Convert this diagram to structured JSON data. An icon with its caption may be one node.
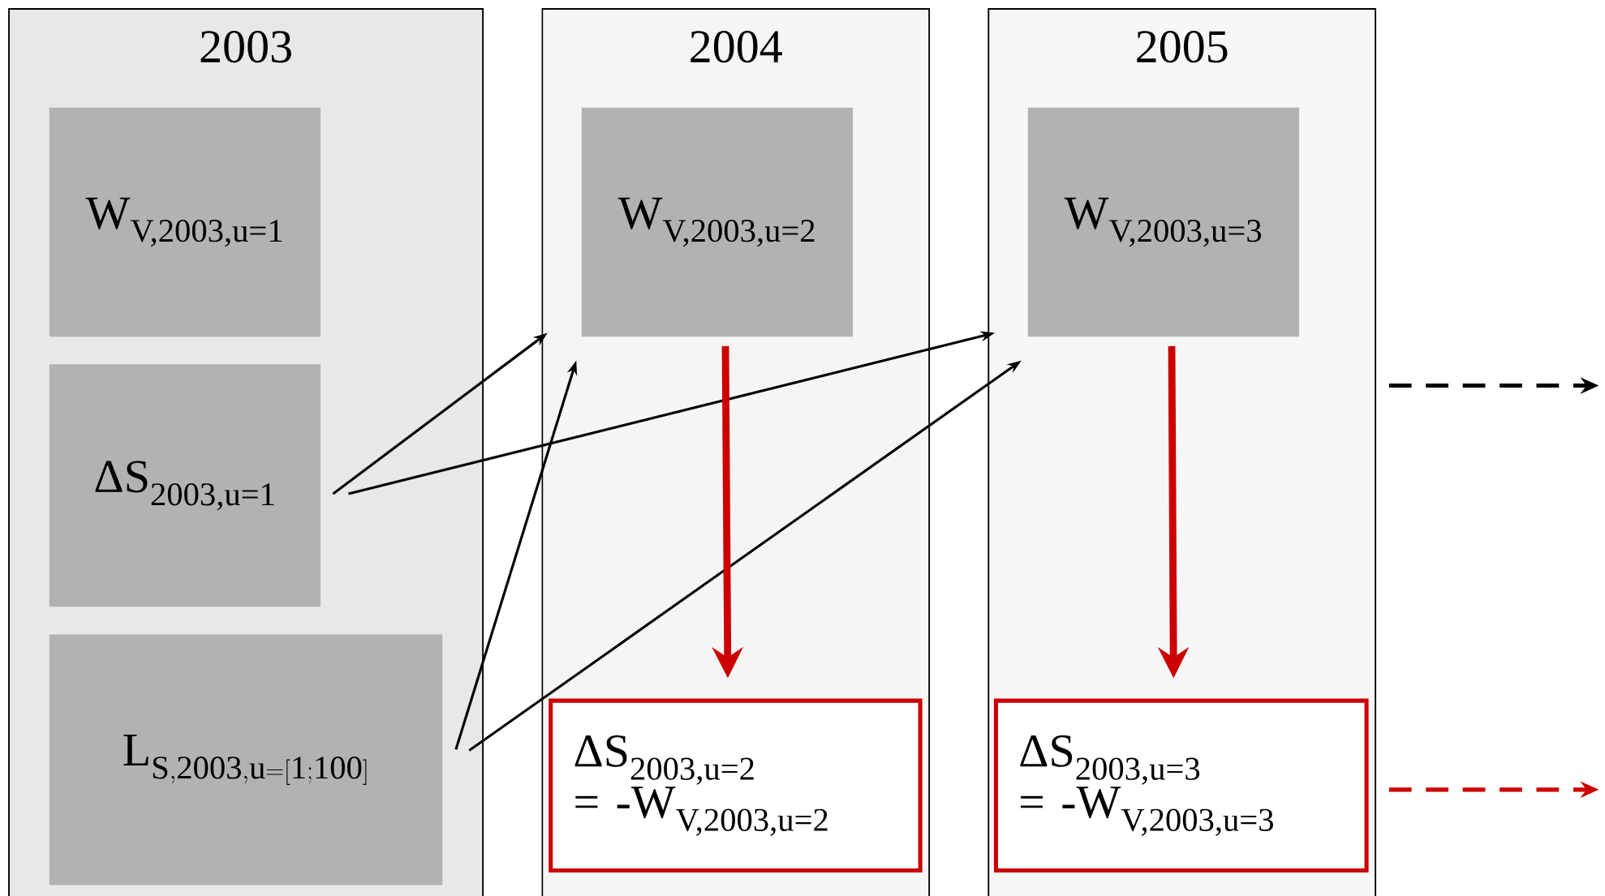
{
  "diagram": {
    "nodes": [
      {
        "text": [
          "2003"
        ]
      },
      {
        "text": [
          "2004"
        ]
      },
      {
        "text": [
          "2005"
        ]
      },
      {
        "text": [
          "W$_{V,2003,u=1}$"
        ],
        "in": 0
      },
      {
        "text": [
          "ΔS$_{2003,u=1}$"
        ],
        "in": 0
      },
      {
        "text": [
          "\\mathrm{L}_{\\mathrm{S,2003,u=[1;100]}}"
        ],
        "in": 0
      },
      {
        "text": [
          "W$_{V,2003,u=2}$"
        ],
        "in": 1
      },
      {
        "text": [
          "ΔS$_{2003,u=2}$ = -W$_{V,2003,u=2}$"
        ],
        "in": 1
      },
      {
        "text": [
          "W$_{V,2003,u=3}$"
        ],
        "in": 2
      },
      {
        "text": [
          "ΔS$_{2003,u=3}$ = -W$_{V,2003,u=3}$"
        ],
        "in": 2
      }
    ],
    "edges": [
      {
        "from": 4,
        "to": 6,
        "arrow": "to"
      },
      {
        "from": 4,
        "to": 8,
        "arrow": "to"
      },
      {
        "from": 5,
        "to": 6,
        "arrow": "to"
      },
      {
        "from": 5,
        "to": 8,
        "arrow": "to"
      },
      {
        "from": 6,
        "to": 7,
        "arrow": "to",
        "style": "thick",
        "color": "#cc0000"
      },
      {
        "from": 8,
        "to": 9,
        "arrow": "to",
        "style": "thick",
        "color": "#cc0000"
      }
    ]
  }
}
